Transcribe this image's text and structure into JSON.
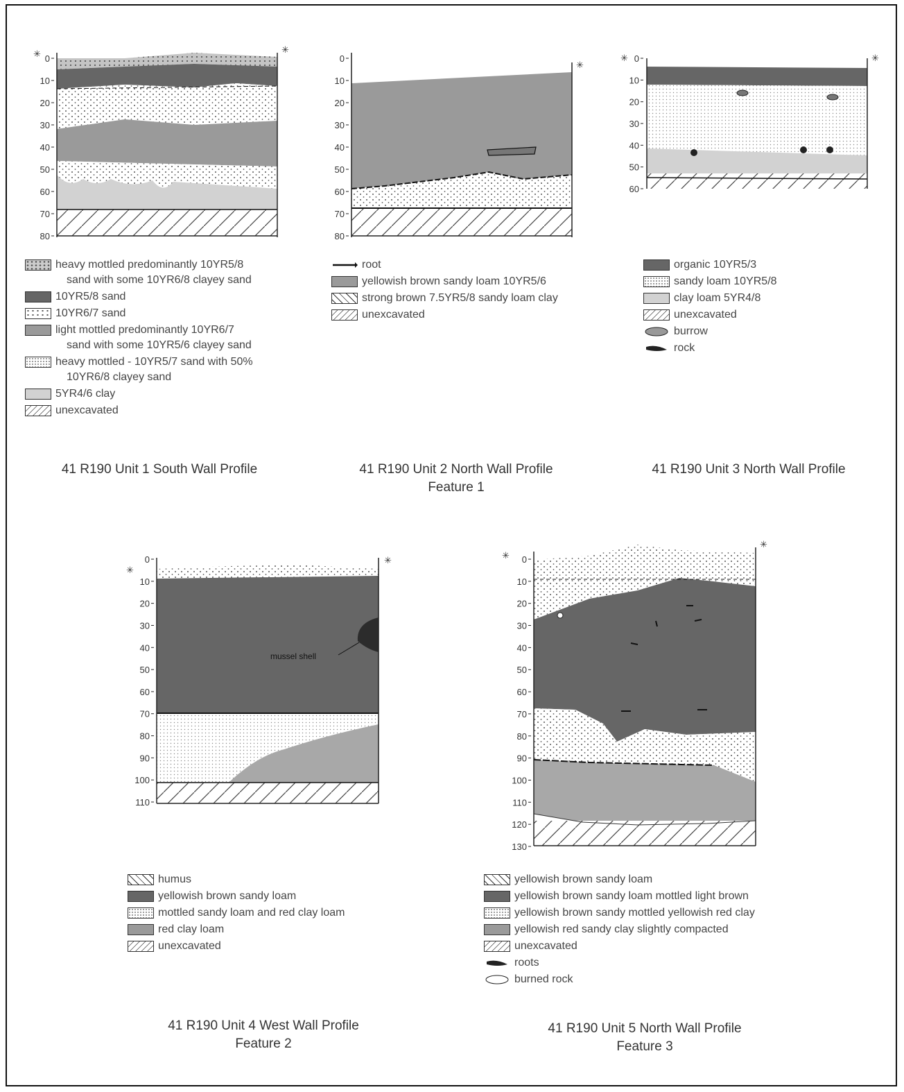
{
  "profiles": [
    {
      "id": "unit1",
      "caption": "41 R190 Unit 1 South Wall Profile",
      "subcaption": "",
      "depths": [
        "0",
        "10",
        "20",
        "30",
        "40",
        "50",
        "60",
        "70",
        "80"
      ],
      "legend": [
        {
          "swatch": "mottle",
          "text": "heavy mottled predominantly 10YR5/8",
          "cont": "sand with some 10YR6/8 clayey sand"
        },
        {
          "swatch": "dark",
          "text": "10YR5/8 sand"
        },
        {
          "swatch": "dots",
          "text": "10YR6/7 sand"
        },
        {
          "swatch": "mid",
          "text": "light mottled predominantly 10YR6/7",
          "cont": "sand with some 10YR5/6 clayey sand"
        },
        {
          "swatch": "fine",
          "text": "heavy mottled - 10YR5/7 sand with 50%",
          "cont": "10YR6/8 clayey sand"
        },
        {
          "swatch": "light",
          "text": "5YR4/6 clay"
        },
        {
          "swatch": "hatch",
          "text": "unexcavated"
        }
      ]
    },
    {
      "id": "unit2",
      "caption": "41 R190 Unit 2 North Wall Profile",
      "subcaption": "Feature 1",
      "depths": [
        "0",
        "10",
        "20",
        "30",
        "40",
        "50",
        "60",
        "70",
        "80"
      ],
      "legend": [
        {
          "swatch": "line",
          "text": "root"
        },
        {
          "swatch": "mid",
          "text": "yellowish brown sandy loam 10YR5/6"
        },
        {
          "swatch": "zig",
          "text": "strong brown 7.5YR5/8 sandy loam clay"
        },
        {
          "swatch": "hatch",
          "text": "unexcavated"
        }
      ]
    },
    {
      "id": "unit3",
      "caption": "41 R190 Unit 3 North Wall Profile",
      "subcaption": "",
      "depths": [
        "0",
        "10",
        "20",
        "30",
        "40",
        "50",
        "60"
      ],
      "legend": [
        {
          "swatch": "dark",
          "text": "organic 10YR5/3"
        },
        {
          "swatch": "fine",
          "text": "sandy loam 10YR5/8"
        },
        {
          "swatch": "light",
          "text": "clay loam 5YR4/8"
        },
        {
          "swatch": "hatch",
          "text": "unexcavated"
        },
        {
          "swatch": "burrow",
          "text": "burrow"
        },
        {
          "swatch": "rock",
          "text": "rock"
        }
      ]
    },
    {
      "id": "unit4",
      "caption": "41 R190 Unit 4 West Wall Profile",
      "subcaption": "Feature 2",
      "depths": [
        "0",
        "10",
        "20",
        "30",
        "40",
        "50",
        "60",
        "70",
        "80",
        "90",
        "100",
        "110"
      ],
      "annotation": "mussel shell",
      "legend": [
        {
          "swatch": "zig",
          "text": "humus"
        },
        {
          "swatch": "dark",
          "text": "yellowish brown sandy loam"
        },
        {
          "swatch": "fine",
          "text": "mottled sandy loam and red clay loam"
        },
        {
          "swatch": "mid",
          "text": "red clay loam"
        },
        {
          "swatch": "hatch",
          "text": "unexcavated"
        }
      ]
    },
    {
      "id": "unit5",
      "caption": "41 R190 Unit 5 North Wall Profile",
      "subcaption": "Feature 3",
      "depths": [
        "0",
        "10",
        "20",
        "30",
        "40",
        "50",
        "60",
        "70",
        "80",
        "90",
        "100",
        "110",
        "120",
        "130"
      ],
      "legend": [
        {
          "swatch": "zig",
          "text": "yellowish brown sandy loam"
        },
        {
          "swatch": "dark",
          "text": "yellowish brown sandy loam mottled light brown"
        },
        {
          "swatch": "fine",
          "text": "yellowish brown sandy mottled yellowish red clay"
        },
        {
          "swatch": "mid",
          "text": "yellowish red sandy clay slightly compacted"
        },
        {
          "swatch": "hatch",
          "text": "unexcavated"
        },
        {
          "swatch": "rock",
          "text": "roots"
        },
        {
          "swatch": "burnt",
          "text": "burned rock"
        }
      ]
    }
  ]
}
